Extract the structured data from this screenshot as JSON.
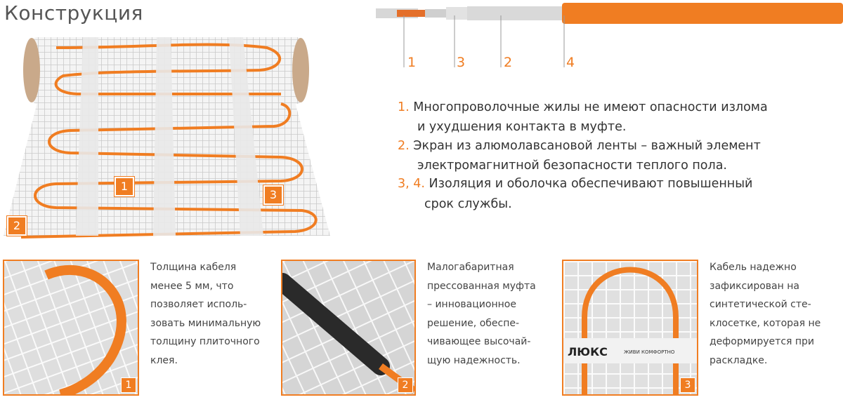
{
  "title": "Конструкция",
  "roll_markers": [
    "1",
    "2",
    "3"
  ],
  "cable_labels": [
    "1",
    "3",
    "2",
    "4"
  ],
  "features": [
    {
      "num": "1.",
      "lines": [
        "Многопроволочные жилы не имеют опасности излома",
        "и ухудшения контакта в муфте."
      ]
    },
    {
      "num": "2.",
      "lines": [
        "Экран из алюмолавсановой ленты – важный элемент",
        "электромагнитной безопасности теплого пола."
      ]
    },
    {
      "num": "3, 4.",
      "lines": [
        "Изоляция и оболочка обеспечивают повышенный",
        "срок службы."
      ]
    }
  ],
  "details": [
    {
      "badge": "1",
      "text": [
        "Толщина кабеля",
        "менее 5 мм, что",
        "позволяет исполь-",
        "зовать минимальную",
        "толщину плиточного",
        "клея."
      ]
    },
    {
      "badge": "2",
      "text": [
        "Малогабаритная",
        "прессованная муфта",
        "– инновационное",
        "решение, обеспе-",
        "чивающее высочай-",
        "щую надежность."
      ]
    },
    {
      "badge": "3",
      "text": [
        "Кабель надежно",
        "зафиксирован на",
        "синтетической сте-",
        "клосетке, которая не",
        "деформируется при",
        "раскладке."
      ]
    }
  ],
  "photo3_labels": {
    "brand": "ЛЮКС",
    "slogan": "ЖИВИ КОМФОРТНО"
  },
  "colors": {
    "accent": "#f07d22",
    "text": "#333333"
  }
}
